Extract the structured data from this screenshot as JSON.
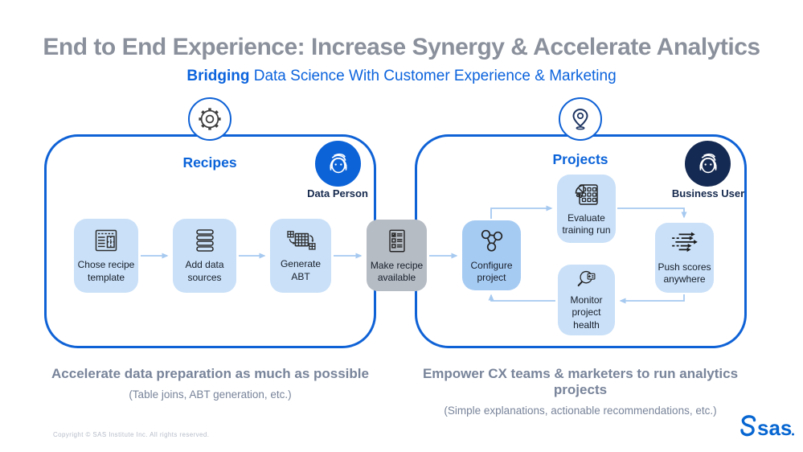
{
  "slide": {
    "title": "End to End Experience: Increase Synergy & Accelerate Analytics",
    "subtitle_bold": "Bridging",
    "subtitle_rest": " Data Science With Customer Experience & Marketing"
  },
  "recipes": {
    "label": "Recipes",
    "persona": "Data Person",
    "steps": [
      {
        "label": "Chose recipe template",
        "icon": "recipe-template-icon"
      },
      {
        "label": "Add data sources",
        "icon": "data-sources-icon"
      },
      {
        "label": "Generate ABT",
        "icon": "generate-abt-icon"
      }
    ],
    "caption": "Accelerate data preparation as much as possible",
    "subcaption": "(Table joins, ABT generation, etc.)"
  },
  "bridge": {
    "label": "Make recipe available",
    "icon": "checklist-icon"
  },
  "projects": {
    "label": "Projects",
    "persona": "Business User",
    "steps": [
      {
        "label": "Configure project",
        "icon": "network-icon"
      },
      {
        "label": "Evaluate training run",
        "icon": "evaluate-grid-icon"
      },
      {
        "label": "Push scores anywhere",
        "icon": "push-arrows-icon"
      },
      {
        "label": "Monitor project health",
        "icon": "magnifier-chart-icon"
      }
    ],
    "caption": "Empower CX teams & marketers to run analytics projects",
    "subcaption": "(Simple explanations, actionable recommendations, etc.)"
  },
  "footer": {
    "copyright": "Copyright © SAS Institute Inc. All rights reserved.",
    "logo_text": "sas"
  },
  "colors": {
    "accent_blue": "#0f62d6",
    "label_blue": "#0b63d9",
    "navy": "#15294d",
    "step_fill": "#c9e0f8",
    "configure_fill": "#a6cbf3",
    "bridge_fill": "#b6bcc4",
    "arrow_blue": "#a6c9f0",
    "title_gray": "#8b919c",
    "caption_gray": "#78849a",
    "sas_blue": "#0766d1"
  }
}
